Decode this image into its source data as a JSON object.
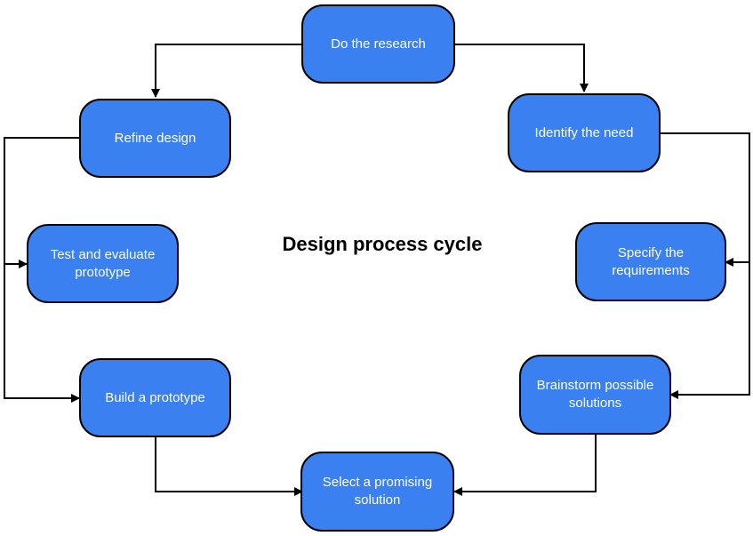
{
  "title": "Design process cycle",
  "colors": {
    "node_fill": "#3a80f0",
    "node_border": "#000000",
    "text": "#ffffff",
    "connector": "#000000"
  },
  "steps": [
    {
      "id": "research",
      "label": "Do the research"
    },
    {
      "id": "identify",
      "label": "Identify the need"
    },
    {
      "id": "specify",
      "label": "Specify the\nrequirements"
    },
    {
      "id": "brainstorm",
      "label": "Brainstorm possible\nsolutions"
    },
    {
      "id": "select",
      "label": "Select a promising\nsolution"
    },
    {
      "id": "build",
      "label": "Build a prototype"
    },
    {
      "id": "test",
      "label": "Test and evaluate\nprototype"
    },
    {
      "id": "refine",
      "label": "Refine design"
    }
  ],
  "connections": [
    {
      "from": "research",
      "to": "identify"
    },
    {
      "from": "identify",
      "to": "specify"
    },
    {
      "from": "identify",
      "to": "brainstorm"
    },
    {
      "from": "brainstorm",
      "to": "select"
    },
    {
      "from": "build",
      "to": "select"
    },
    {
      "from": "refine",
      "to": "test"
    },
    {
      "from": "refine",
      "to": "build"
    },
    {
      "from": "research",
      "to": "refine"
    }
  ]
}
